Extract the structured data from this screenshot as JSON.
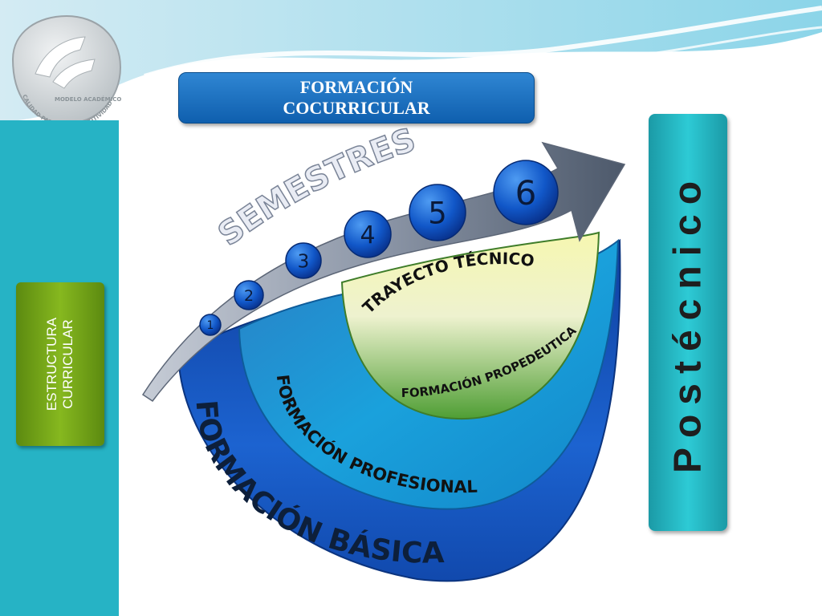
{
  "banner": {
    "line1": "FORMACIÓN",
    "line2": "COCURRICULAR"
  },
  "left_label": {
    "line1": "ESTRUCTURA",
    "line2": "CURRICULAR"
  },
  "right_label": "Postécnico",
  "arrow_title": "SEMESTRES",
  "semesters": [
    "1",
    "2",
    "3",
    "4",
    "5",
    "6"
  ],
  "layers": {
    "inner_top": "TRAYECTO TÉCNICO",
    "inner_bottom": "FORMACIÓN PROPEDEUTICA",
    "middle": "FORMACIÓN PROFESIONAL",
    "outer": "FORMACIÓN BÁSICA"
  },
  "logo": {
    "text": "MODELO ACADÉMICO",
    "ring_text": "CALIDAD PARA LA COMPETITIVIDAD"
  },
  "colors": {
    "band": "#26b3c5",
    "banner": "#1f6fc2",
    "left_box": "#7aab1b",
    "right_box": "#2cc1cc",
    "outer_ring": "#1458c4",
    "middle_ring": "#1a8ecf",
    "inner_lens": "#8fc56a",
    "arrow": "#6e7a8c"
  }
}
